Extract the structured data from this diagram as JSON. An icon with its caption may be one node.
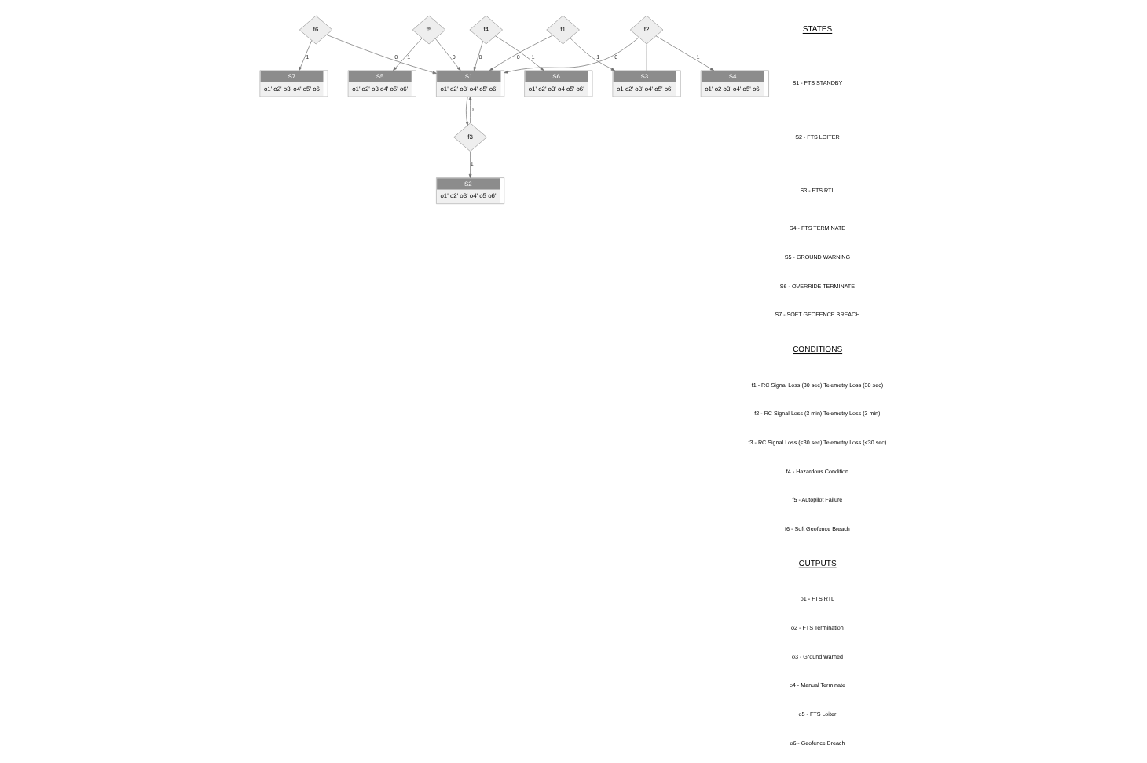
{
  "diagram": {
    "nodes": [
      {
        "text": [
          "f6"
        ]
      },
      {
        "text": [
          "S7",
          "o1' o2' o3' o4' o5' o6"
        ]
      },
      {
        "text": [
          "S6",
          "o1' o2' o3' o4 o5' o6'"
        ]
      },
      {
        "text": [
          "f4"
        ]
      },
      {
        "text": [
          "S1",
          "o1' o2' o3' o4' o5' o6'"
        ]
      },
      {
        "text": [
          "f5"
        ]
      },
      {
        "text": [
          "S5",
          "o1' o2' o3 o4' o5' o6'"
        ]
      },
      {
        "text": [
          "f2"
        ]
      },
      {
        "text": [
          "S2",
          "o1' o2' o3' o4' o5 o6'"
        ]
      },
      {
        "text": [
          "f3"
        ]
      },
      {
        "text": [
          "f1"
        ]
      },
      {
        "text": [
          "S3",
          "o1 o2' o3' o4' o5' o6'"
        ]
      },
      {
        "text": [
          "S4",
          "o1' o2 o3' o4' o5' o6'"
        ]
      }
    ],
    "edges": [
      {
        "from": 0,
        "to": 1,
        "arrow": "to",
        "label": "1"
      },
      {
        "from": 0,
        "to": 4,
        "arrow": "to",
        "label": "0"
      },
      {
        "from": 3,
        "to": 2,
        "arrow": "to",
        "label": "1"
      },
      {
        "from": 3,
        "to": 4,
        "arrow": "to",
        "label": "0"
      },
      {
        "from": 5,
        "to": 4,
        "arrow": "to",
        "label": "0"
      },
      {
        "from": 5,
        "to": 6,
        "arrow": "to",
        "label": "1"
      },
      {
        "from": 9,
        "to": 4,
        "arrow": "to",
        "label": "0"
      },
      {
        "from": 4,
        "to": 9,
        "arrow": "to"
      },
      {
        "from": 9,
        "to": 8,
        "arrow": "to",
        "label": "1"
      },
      {
        "from": 7,
        "to": 4,
        "arrow": "to",
        "label": "0"
      },
      {
        "from": 7,
        "to": 12,
        "arrow": "to",
        "label": "1"
      },
      {
        "from": 7,
        "to": 11,
        "arrow": "none"
      },
      {
        "from": 10,
        "to": 4,
        "arrow": "to",
        "label": "0"
      },
      {
        "from": 10,
        "to": 11,
        "arrow": "to",
        "label": "1"
      }
    ],
    "labels": [
      "STATES",
      "S1 - FTS STANDBY",
      "S2 - FTS LOITER",
      "S3 - FTS RTL",
      "S4 - FTS TERMINATE",
      "S5 - GROUND WARNING",
      "S6 - OVERRIDE TERMINATE",
      "S7 - SOFT GEOFENCE BREACH",
      "CONDITIONS",
      "f1 - RC Signal Loss (30 sec) Telemetry Loss (30 sec)",
      "f2 - RC Signal Loss (3 min) Telemetry Loss (3 min)",
      "f3 - RC Signal Loss (<30 sec) Telemetry Loss (<30 sec)",
      "f4 - Hazardous Condition",
      "f5 - Autopilot Failure",
      "f6 - Soft Geofence Breach",
      "OUTPUTS",
      "o1 - FTS RTL",
      "o2 - FTS Termination",
      "o3 - Ground Warned",
      "o4 - Manual Terminate",
      "o5 - FTS Loiter",
      "o6 - Geofence Breach"
    ]
  }
}
